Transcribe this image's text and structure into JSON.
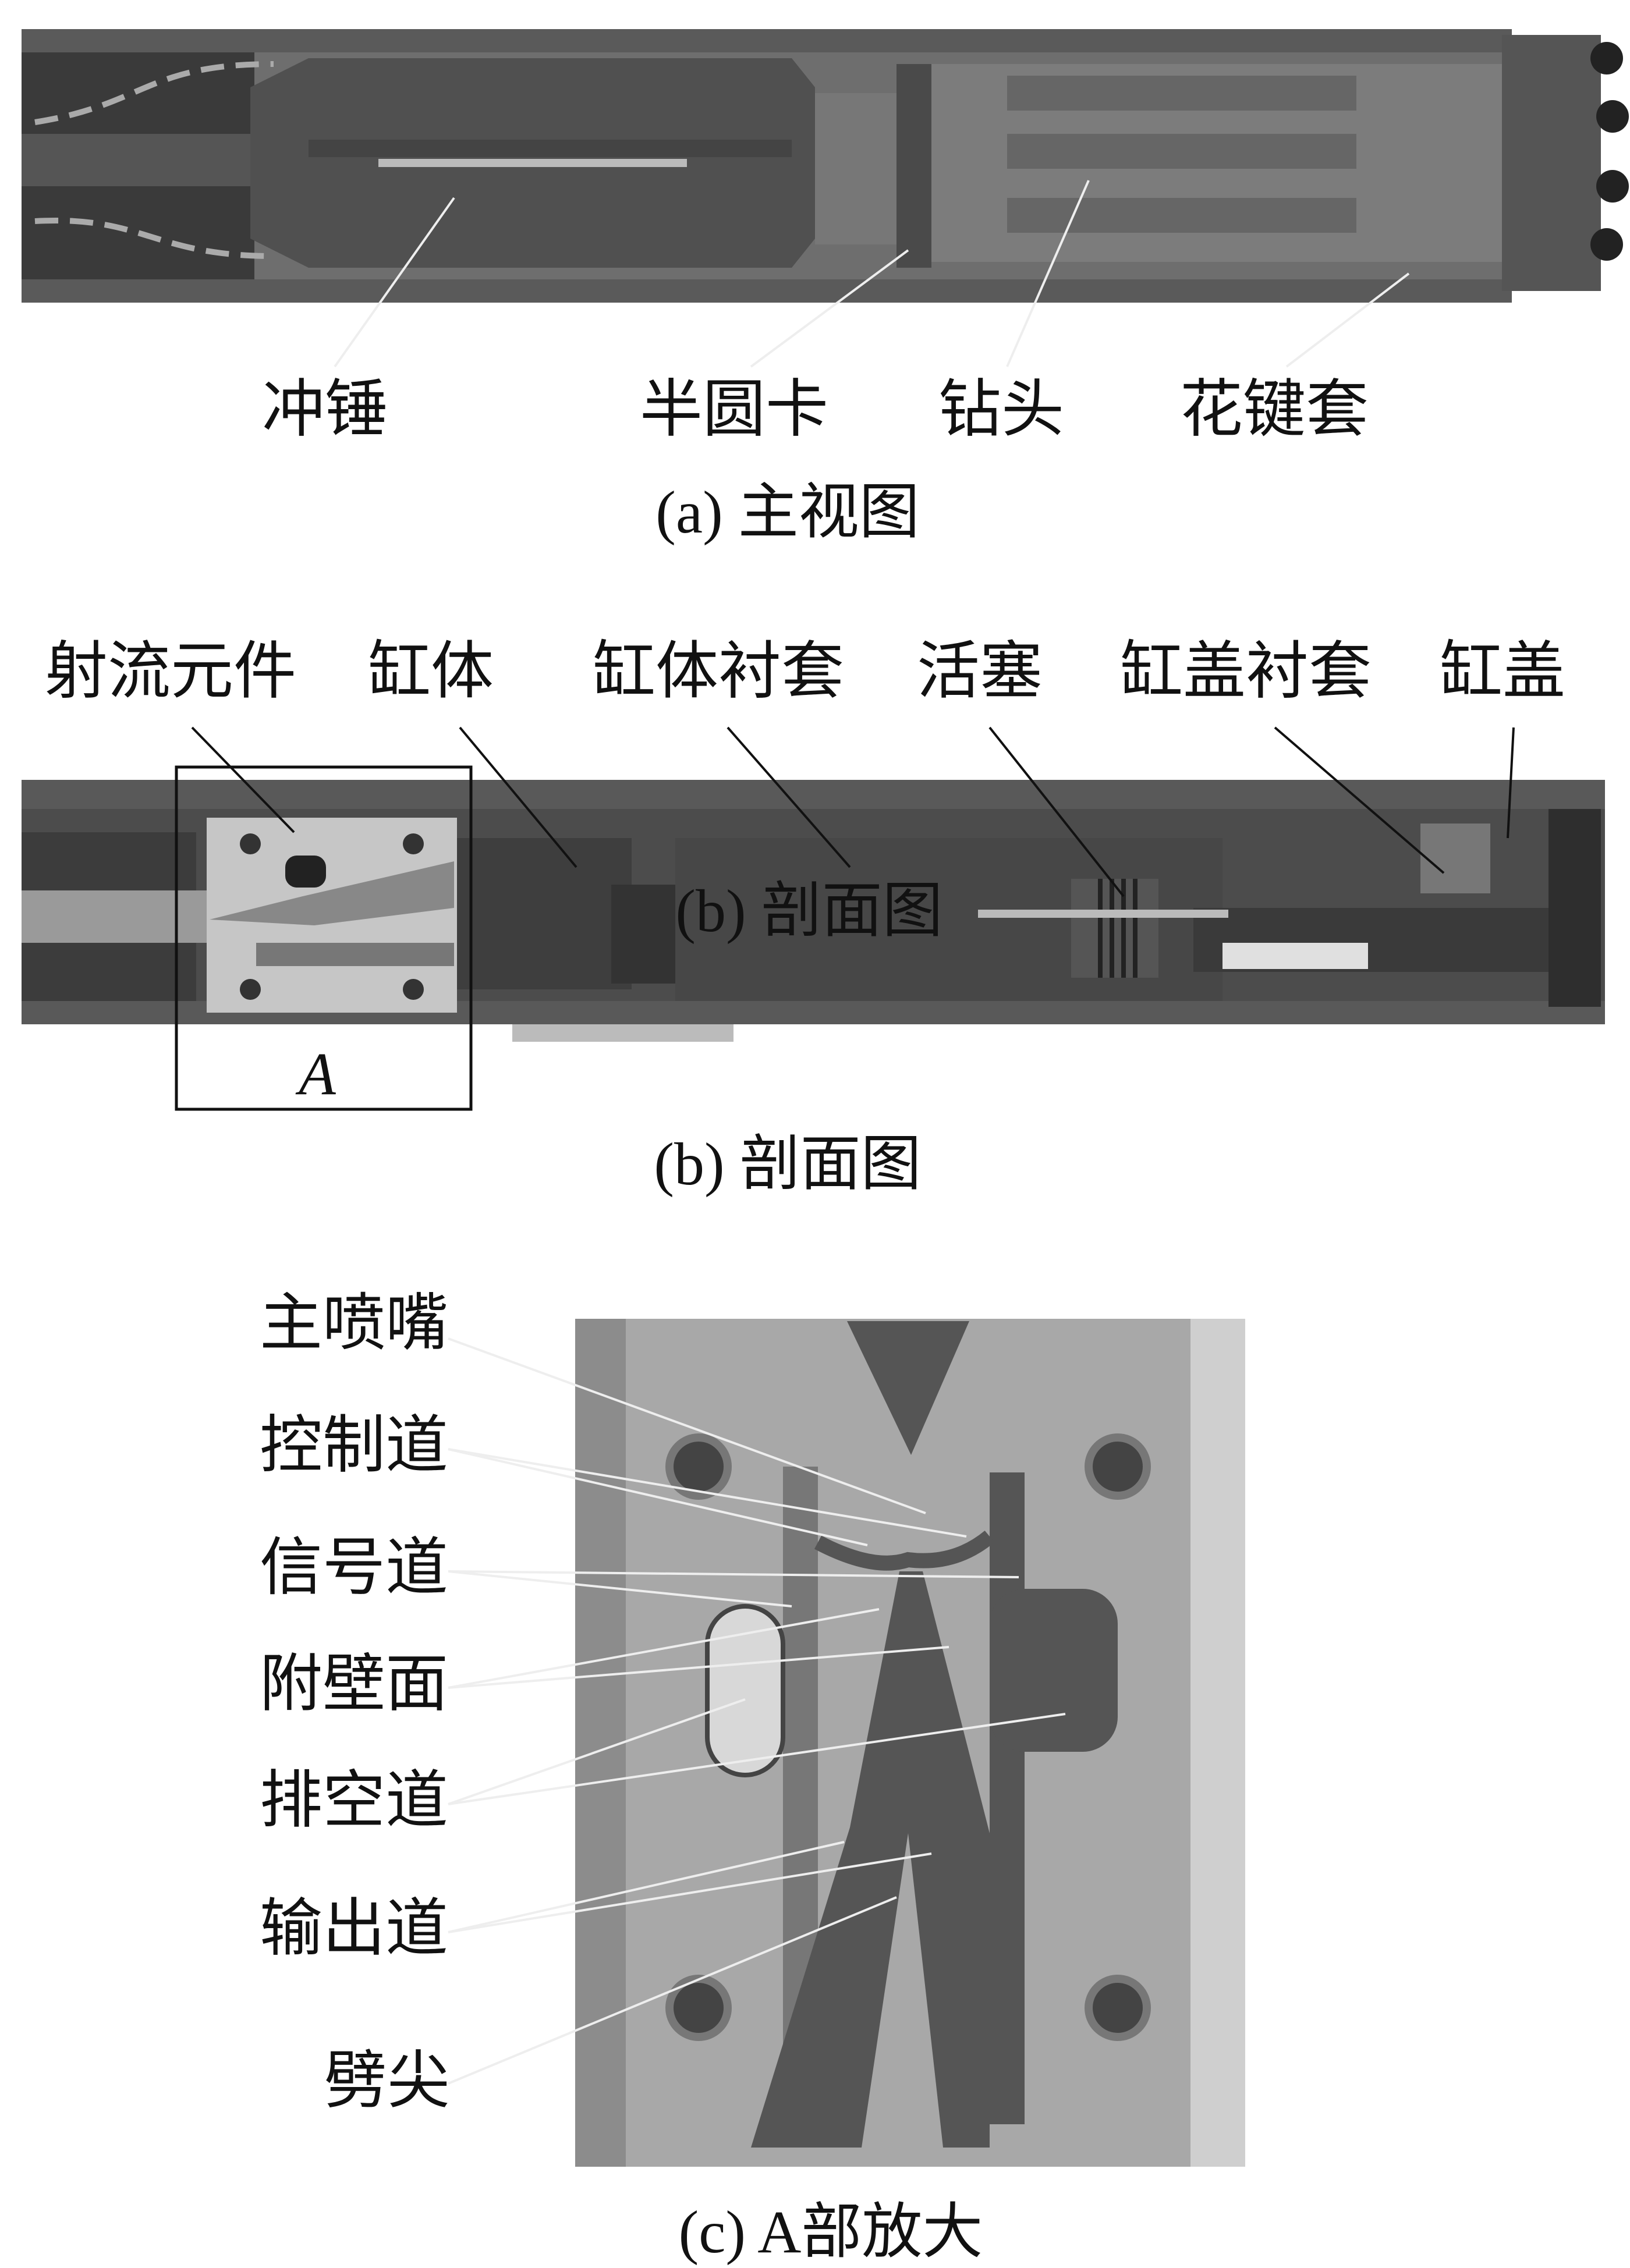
{
  "panel_a": {
    "labels": [
      "冲锤",
      "半圆卡",
      "钻头",
      "花键套"
    ],
    "caption": "(a) 主视图"
  },
  "panel_b": {
    "labels": [
      "射流元件",
      "缸体",
      "缸体衬套",
      "活塞",
      "缸盖衬套",
      "缸盖"
    ],
    "overlay_caption": "(b) 剖面图",
    "detail_box_label": "A",
    "caption": "(b) 剖面图"
  },
  "panel_c": {
    "labels": [
      "主喷嘴",
      "控制道",
      "信号道",
      "附壁面",
      "排空道",
      "输出道",
      "劈尖"
    ],
    "caption": "(c) A部放大"
  }
}
